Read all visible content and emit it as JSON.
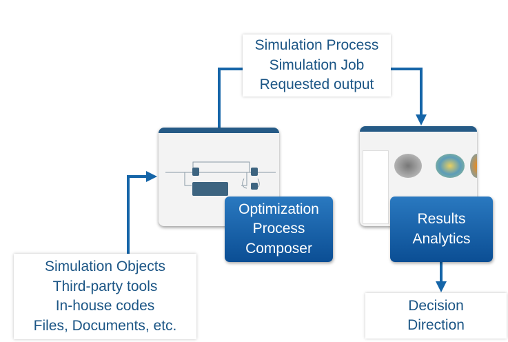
{
  "inputs_box": {
    "lines": [
      "Simulation Process",
      "Simulation Job",
      "Requested output"
    ]
  },
  "sources_box": {
    "lines": [
      "Simulation Objects",
      "Third-party tools",
      "In-house codes",
      "Files, Documents, etc."
    ]
  },
  "decision_box": {
    "lines": [
      "Decision",
      "Direction"
    ]
  },
  "composer": {
    "lines": [
      "Optimization",
      "Process",
      "Composer"
    ]
  },
  "analytics": {
    "lines": [
      "Results",
      "Analytics"
    ]
  },
  "colors": {
    "text": "#1b5585",
    "connector": "#1565a8",
    "box_top": "#2a79c0",
    "box_bottom": "#0b4e94"
  }
}
